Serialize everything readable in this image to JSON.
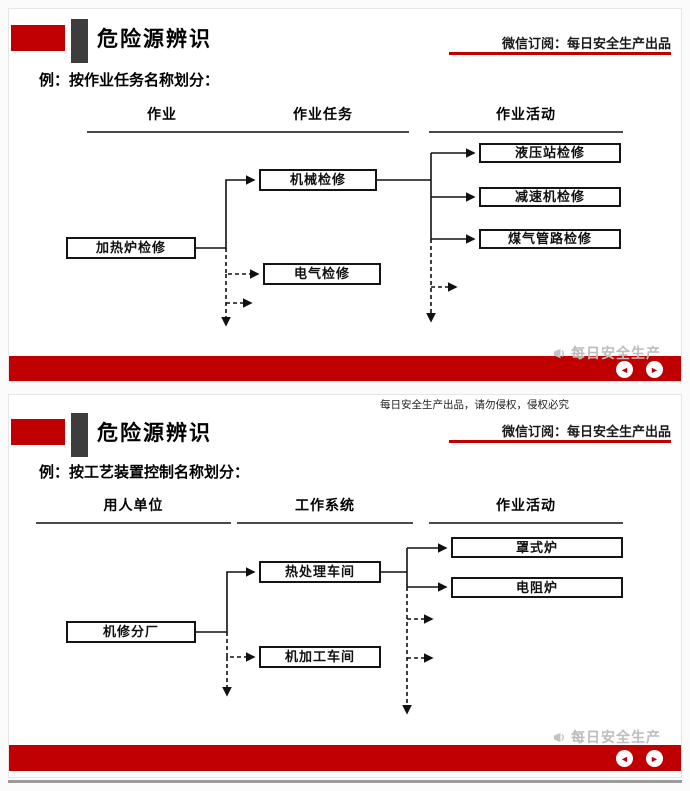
{
  "colors": {
    "accent_red": "#c00000",
    "dark_gray": "#3d3d3d",
    "watermark_gray": "#bdbdbd"
  },
  "nav": {
    "prev_icon": "◄",
    "next_icon": "►"
  },
  "slides": [
    {
      "title": "危险源辨识",
      "subscription": "微信订阅：每日安全生产出品",
      "example_label": "例：按作业任务名称划分：",
      "columns": [
        "作业",
        "作业任务",
        "作业活动"
      ],
      "level1": "加热炉检修",
      "level2": [
        "机械检修",
        "电气检修"
      ],
      "level3": [
        "液压站检修",
        "减速机检修",
        "煤气管路检修"
      ],
      "watermark": "每日安全生产"
    },
    {
      "notice": "每日安全生产出品，请勿侵权，侵权必究",
      "title": "危险源辨识",
      "subscription": "微信订阅：每日安全生产出品",
      "example_label": "例：按工艺装置控制名称划分：",
      "columns": [
        "用人单位",
        "工作系统",
        "作业活动"
      ],
      "level1": "机修分厂",
      "level2": [
        "热处理车间",
        "机加工车间"
      ],
      "level3": [
        "罩式炉",
        "电阻炉"
      ],
      "watermark": "每日安全生产"
    }
  ]
}
